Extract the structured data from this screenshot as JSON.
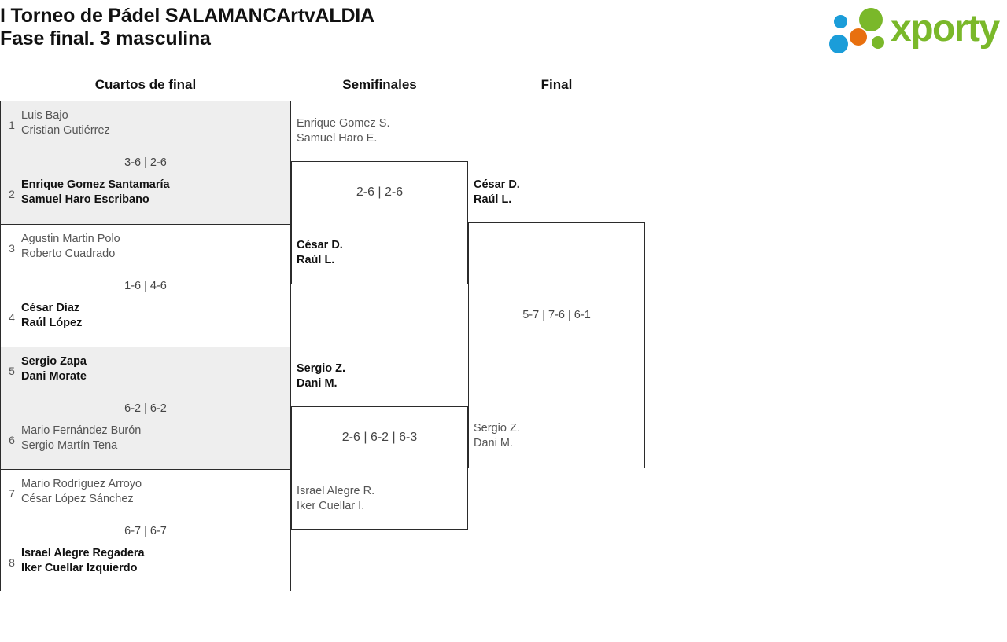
{
  "header": {
    "title_line1": "I Torneo de Pádel SALAMANCArtvALDIA",
    "title_line2": "Fase final. 3 masculina",
    "logo_word": "xporty"
  },
  "rounds": [
    {
      "label": "Cuartos de final"
    },
    {
      "label": "Semifinales"
    },
    {
      "label": "Final"
    }
  ],
  "quarterfinals": [
    {
      "score": "3-6 | 2-6",
      "top": {
        "seed": "1",
        "player1": "Luis Bajo",
        "player2": "Cristian Gutiérrez",
        "result": "loser"
      },
      "bottom": {
        "seed": "2",
        "player1": "Enrique Gomez Santamaría",
        "player2": "Samuel Haro Escribano",
        "result": "winner"
      }
    },
    {
      "score": "1-6 | 4-6",
      "top": {
        "seed": "3",
        "player1": "Agustin Martin Polo",
        "player2": "Roberto Cuadrado",
        "result": "loser"
      },
      "bottom": {
        "seed": "4",
        "player1": "César Díaz",
        "player2": "Raúl López",
        "result": "winner"
      }
    },
    {
      "score": "6-2 | 6-2",
      "top": {
        "seed": "5",
        "player1": "Sergio Zapa",
        "player2": "Dani Morate",
        "result": "winner"
      },
      "bottom": {
        "seed": "6",
        "player1": "Mario Fernández Burón",
        "player2": "Sergio Martín Tena",
        "result": "loser"
      }
    },
    {
      "score": "6-7 | 6-7",
      "top": {
        "seed": "7",
        "player1": "Mario Rodríguez Arroyo",
        "player2": "César López Sánchez",
        "result": "loser"
      },
      "bottom": {
        "seed": "8",
        "player1": "Israel Alegre Regadera",
        "player2": "Iker Cuellar Izquierdo",
        "result": "winner"
      }
    }
  ],
  "semifinals": [
    {
      "score": "2-6 | 2-6",
      "top": {
        "player1": "Enrique Gomez S.",
        "player2": "Samuel Haro E.",
        "result": "loser"
      },
      "bottom": {
        "player1": "César D.",
        "player2": "Raúl L.",
        "result": "winner"
      }
    },
    {
      "score": "2-6 | 6-2 | 6-3",
      "top": {
        "player1": "Sergio Z.",
        "player2": "Dani M.",
        "result": "winner"
      },
      "bottom": {
        "player1": "Israel Alegre R.",
        "player2": "Iker Cuellar I.",
        "result": "loser"
      }
    }
  ],
  "final": {
    "score": "5-7 | 7-6 | 6-1",
    "top": {
      "player1": "César D.",
      "player2": "Raúl L.",
      "result": "winner"
    },
    "bottom": {
      "player1": "Sergio Z.",
      "player2": "Dani M.",
      "result": "loser"
    }
  },
  "colors": {
    "shaded_row": "#eeeeee",
    "border": "#2b2b2b",
    "winner_text": "#111111",
    "loser_text": "#555555",
    "logo_green": "#7ab82a",
    "logo_blue": "#1b9dd9",
    "logo_orange": "#e8700f"
  }
}
